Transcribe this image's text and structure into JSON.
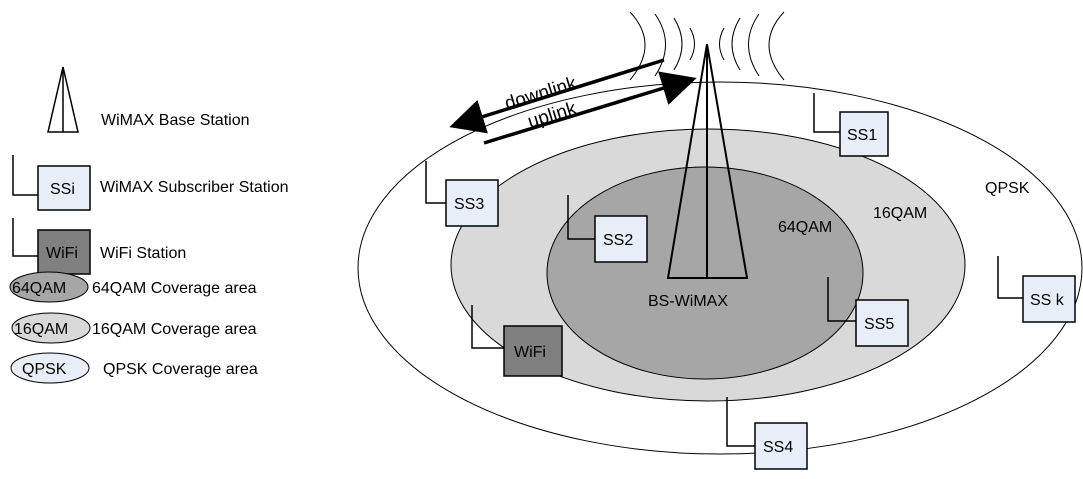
{
  "legend": {
    "base_station": "WiMAX Base Station",
    "subscriber_box": "SSi",
    "subscriber": "WiMAX Subscriber  Station",
    "wifi_box": "WiFi",
    "wifi": "WiFi Station",
    "ell_64": "64QAM",
    "cov_64": "64QAM Coverage area",
    "ell_16": "16QAM",
    "cov_16": "16QAM Coverage area",
    "ell_qpsk": "QPSK",
    "cov_qpsk": "QPSK  Coverage area"
  },
  "colors": {
    "qpsk_fill": "#ffffff",
    "qam16_fill": "#d9d9d9",
    "qam64_fill": "#a6a6a6",
    "ss_fill": "#e8eef8",
    "wifi_fill": "#808080",
    "legend_qpsk_fill": "#e8eef8"
  },
  "zones": {
    "qpsk": "QPSK",
    "qam16": "16QAM",
    "qam64": "64QAM"
  },
  "base_station_label": "BS-WiMAX",
  "links": {
    "downlink": "downlink",
    "uplink": "uplink"
  },
  "stations": {
    "ss1": "SS1",
    "ss2": "SS2",
    "ss3": "SS3",
    "ss4": "SS4",
    "ss5": "SS5",
    "ssk": "SS k",
    "wifi": "WiFi"
  }
}
